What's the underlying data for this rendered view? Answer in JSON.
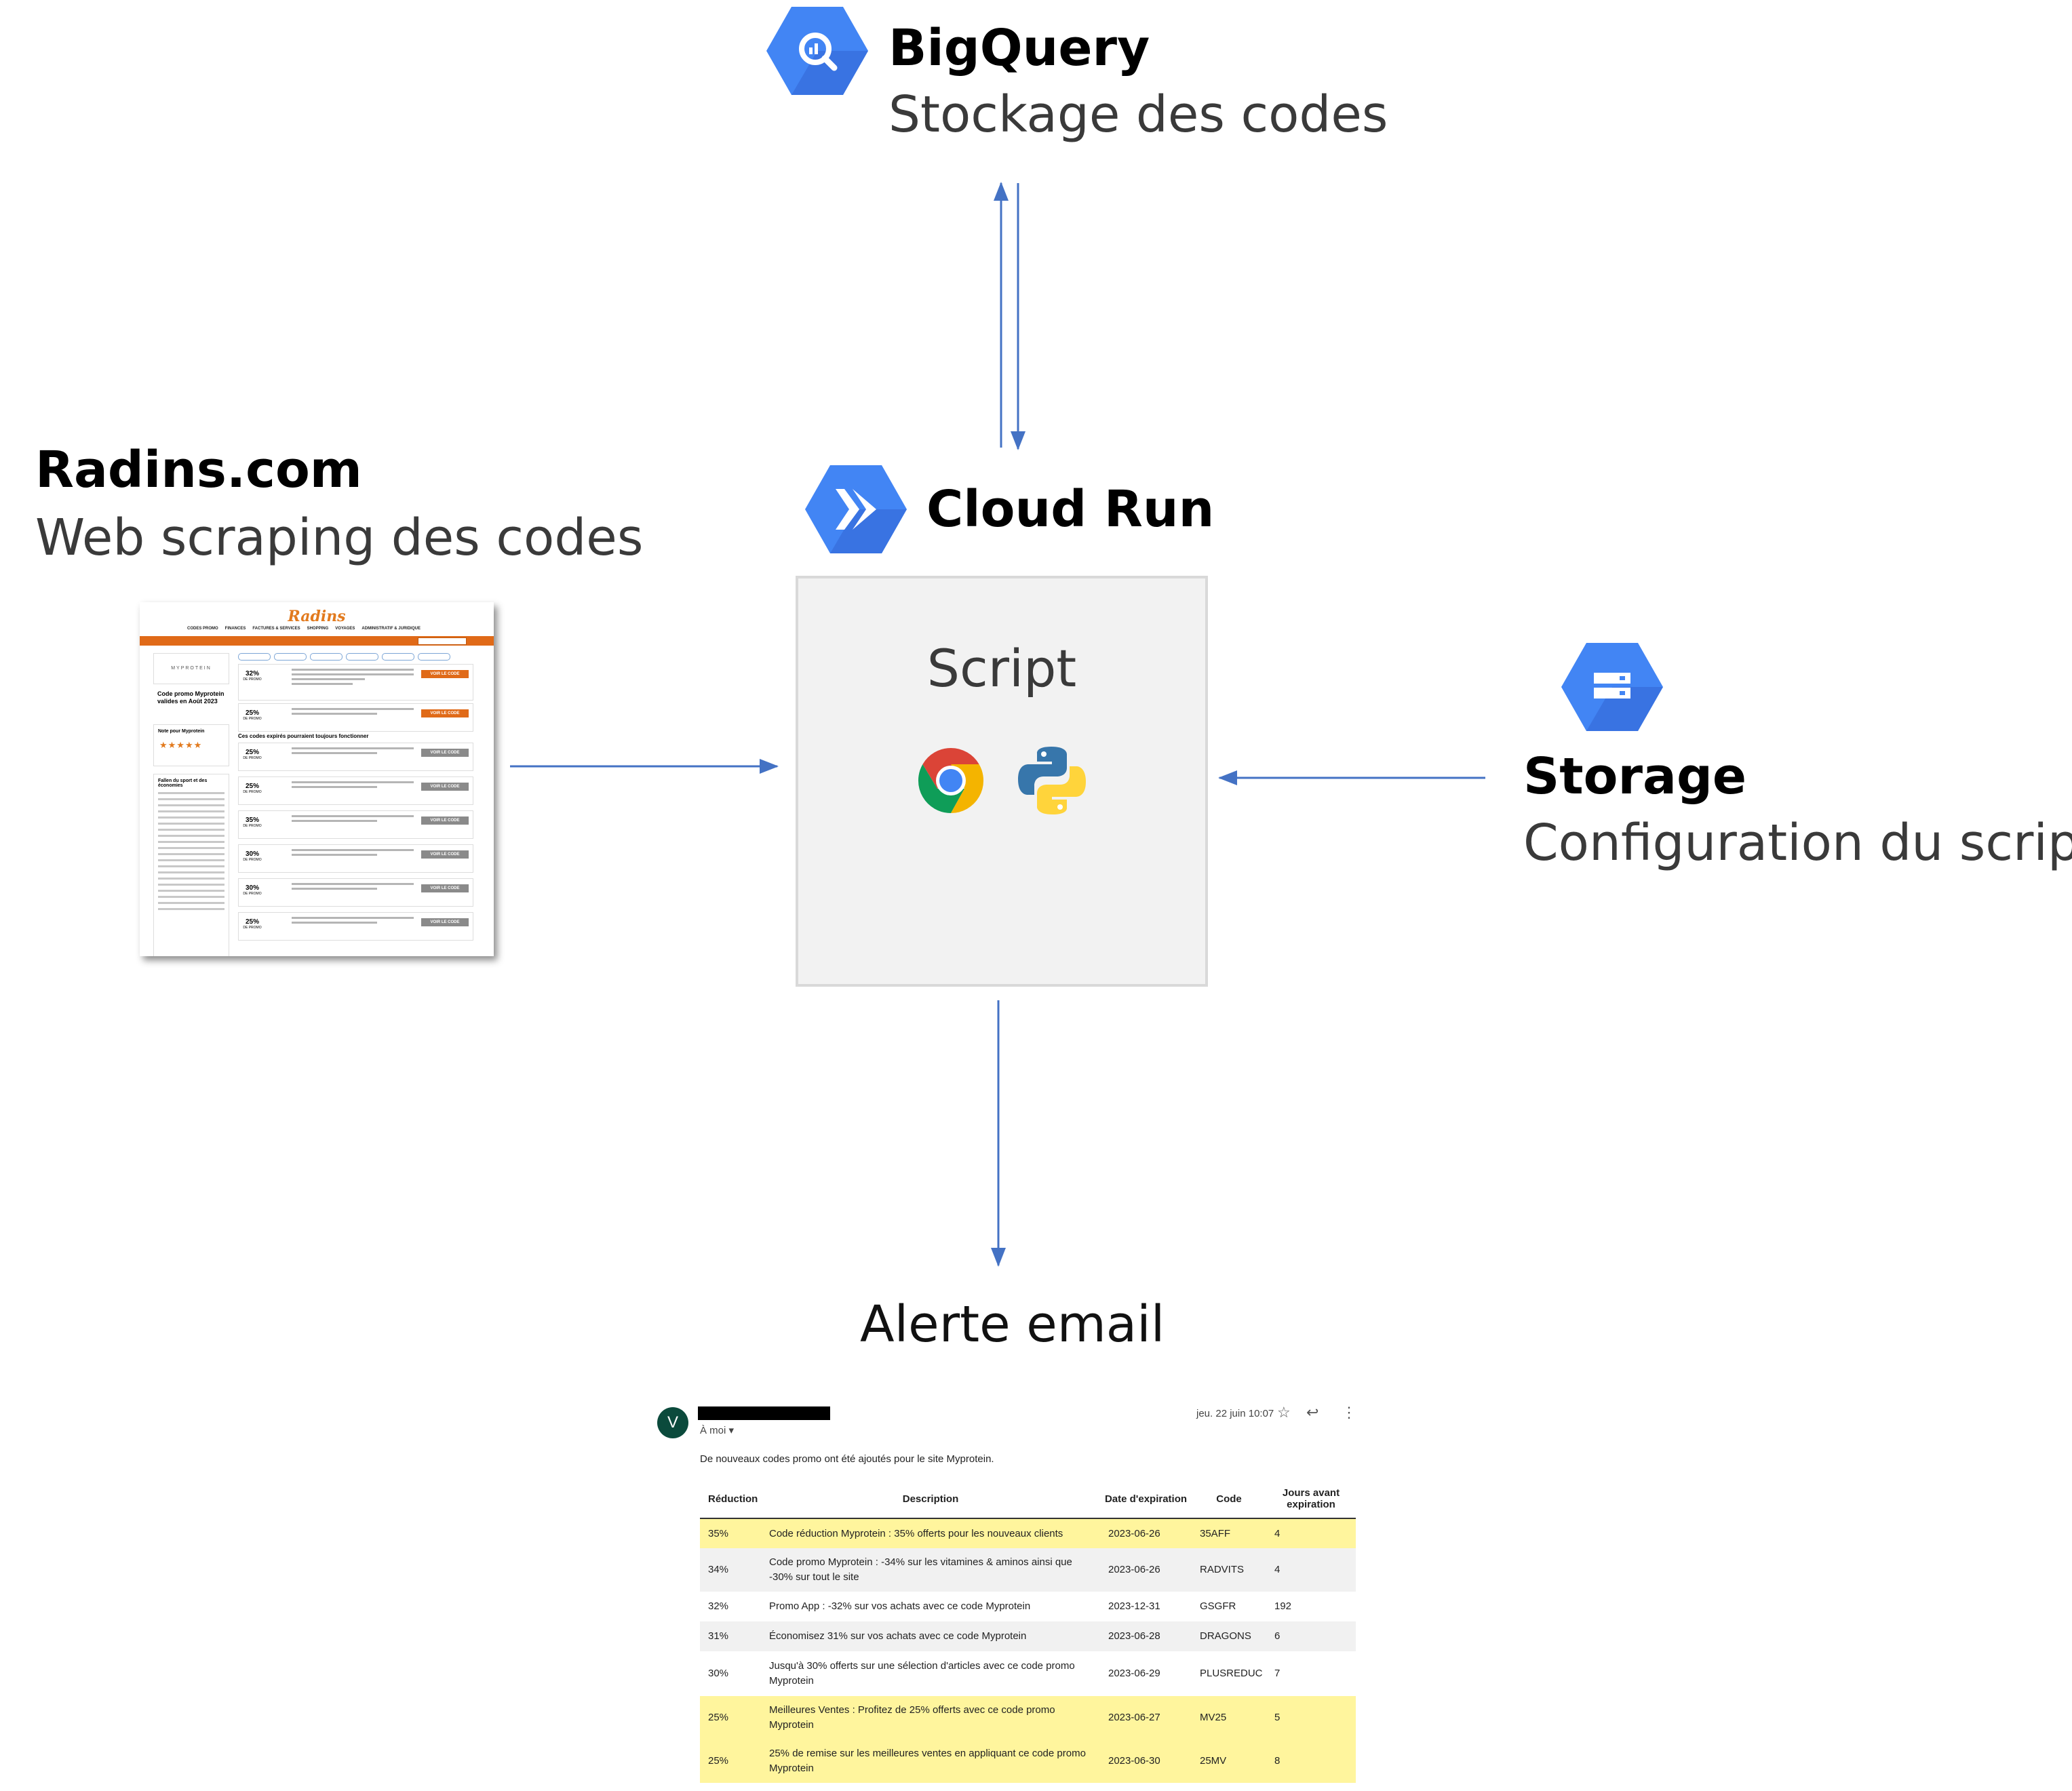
{
  "bigquery": {
    "title": "BigQuery",
    "subtitle": "Stockage des codes",
    "icon": "bigquery-icon"
  },
  "cloudrun": {
    "title": "Cloud Run",
    "script_label": "Script",
    "icon": "cloud-run-icon"
  },
  "radins": {
    "title": "Radins.com",
    "subtitle": "Web scraping des codes",
    "screenshot": {
      "logo": "Radins",
      "nav": [
        "CODES PROMO",
        "FINANCES",
        "FACTURES & SERVICES",
        "SHOPPING",
        "VOYAGES",
        "ADMINISTRATIF & JURIDIQUE"
      ],
      "brand": "MYPROTEIN",
      "page_title": "Code promo Myprotein valides en Août 2023",
      "note_label": "Note pour Myprotein",
      "stars": "★★★★★",
      "side_heading": "Fallen du sport et des économies",
      "cards": [
        {
          "pct": "32%",
          "sub": "DE PROMO",
          "button": "VOIR LE CODE"
        },
        {
          "pct": "25%",
          "sub": "DE PROMO",
          "button": "VOIR LE CODE"
        }
      ],
      "expired_heading": "Ces codes expirés pourraient toujours fonctionner",
      "expired_cards": [
        {
          "pct": "25%",
          "sub": "DE PROMO",
          "button": "VOIR LE CODE"
        },
        {
          "pct": "25%",
          "sub": "DE PROMO",
          "button": "VOIR LE CODE"
        },
        {
          "pct": "35%",
          "sub": "DE PROMO",
          "button": "VOIR LE CODE"
        },
        {
          "pct": "30%",
          "sub": "DE PROMO",
          "button": "VOIR LE CODE"
        },
        {
          "pct": "30%",
          "sub": "DE PROMO",
          "button": "VOIR LE CODE"
        },
        {
          "pct": "25%",
          "sub": "DE PROMO",
          "button": "VOIR LE CODE"
        }
      ]
    }
  },
  "storage": {
    "title": "Storage",
    "subtitle": "Configuration du script",
    "icon": "storage-icon"
  },
  "alert": {
    "title": "Alerte email",
    "email": {
      "avatar": "V",
      "to": "À moi ▾",
      "date": "jeu. 22 juin 10:07",
      "intro": "De nouveaux codes promo ont été ajoutés pour le site Myprotein.",
      "headers": [
        "Réduction",
        "Description",
        "Date d'expiration",
        "Code",
        "Jours avant expiration"
      ],
      "rows": [
        {
          "reduction": "35%",
          "description": "Code réduction Myprotein : 35% offerts pour les nouveaux clients",
          "date": "2023-06-26",
          "code": "35AFF",
          "days": "4",
          "highlight": true
        },
        {
          "reduction": "34%",
          "description": "Code promo Myprotein : -34% sur les vitamines & aminos ainsi que -30% sur tout le site",
          "date": "2023-06-26",
          "code": "RADVITS",
          "days": "4",
          "highlight": false
        },
        {
          "reduction": "32%",
          "description": "Promo App : -32% sur vos achats avec ce code Myprotein",
          "date": "2023-12-31",
          "code": "GSGFR",
          "days": "192",
          "highlight": false
        },
        {
          "reduction": "31%",
          "description": "Économisez 31% sur vos achats avec ce code Myprotein",
          "date": "2023-06-28",
          "code": "DRAGONS",
          "days": "6",
          "highlight": false
        },
        {
          "reduction": "30%",
          "description": "Jusqu'à 30% offerts sur une sélection d'articles avec ce code promo Myprotein",
          "date": "2023-06-29",
          "code": "PLUSREDUC",
          "days": "7",
          "highlight": false
        },
        {
          "reduction": "25%",
          "description": "Meilleures Ventes : Profitez de 25% offerts avec ce code promo Myprotein",
          "date": "2023-06-27",
          "code": "MV25",
          "days": "5",
          "highlight": true
        },
        {
          "reduction": "25%",
          "description": "25% de remise sur les meilleures ventes en appliquant ce code promo Myprotein",
          "date": "2023-06-30",
          "code": "25MV",
          "days": "8",
          "highlight": true
        }
      ]
    }
  },
  "colors": {
    "arrow": "#4472c4",
    "gcp_blue": "#4285f4",
    "gcp_blue_dark": "#3367d6",
    "highlight": "#fff59d"
  }
}
